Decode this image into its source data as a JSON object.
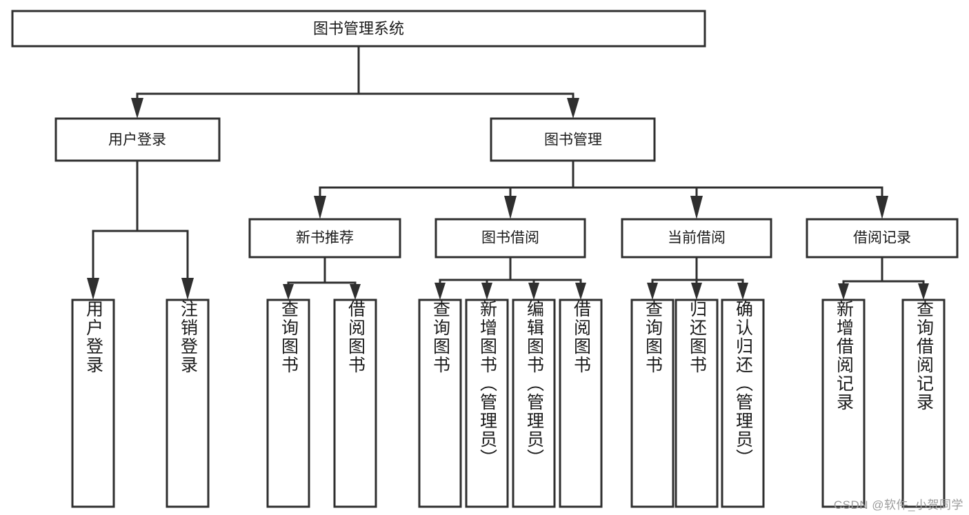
{
  "diagram": {
    "type": "tree-hierarchy-flowchart",
    "title": "图书管理系统",
    "colors": {
      "box_stroke": "#2f2f2f",
      "box_fill": "#ffffff",
      "connector": "#2f2f2f",
      "text": "#1a1a1a",
      "background": "#ffffff",
      "watermark": "#9b9b9b"
    },
    "root": {
      "label": "图书管理系统"
    },
    "level2": [
      {
        "label": "用户登录"
      },
      {
        "label": "图书管理"
      }
    ],
    "level3": [
      {
        "label": "新书推荐"
      },
      {
        "label": "图书借阅"
      },
      {
        "label": "当前借阅"
      },
      {
        "label": "借阅记录"
      }
    ],
    "leaves": {
      "user_login": [
        {
          "label": "用户登录"
        },
        {
          "label": "注销登录"
        }
      ],
      "new_book_recommend": [
        {
          "label": "查询图书"
        },
        {
          "label": "借阅图书"
        }
      ],
      "book_borrow": [
        {
          "label": "查询图书"
        },
        {
          "label": "新增图书（管理员）"
        },
        {
          "label": "编辑图书（管理员）"
        },
        {
          "label": "借阅图书"
        }
      ],
      "current_borrow": [
        {
          "label": "查询图书"
        },
        {
          "label": "归还图书"
        },
        {
          "label": "确认归还（管理员）"
        }
      ],
      "borrow_record": [
        {
          "label": "新增借阅记录"
        },
        {
          "label": "查询借阅记录"
        }
      ]
    }
  },
  "watermark": {
    "text": "CSDN @软件_小贺同学"
  }
}
